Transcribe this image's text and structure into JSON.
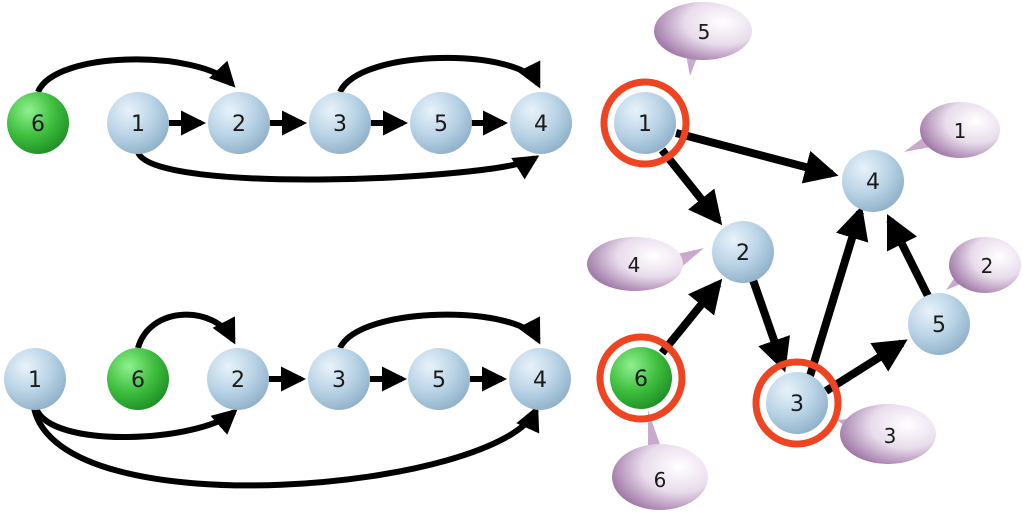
{
  "colors": {
    "node_blue": "#b9d3e6",
    "node_green": "#3fbf3f",
    "highlight_ring": "#ee4422",
    "bubble_purple": "#8a5a92",
    "edge": "#000000"
  },
  "top_row": {
    "nodes": [
      "6",
      "1",
      "2",
      "3",
      "5",
      "4"
    ]
  },
  "bottom_row": {
    "nodes": [
      "1",
      "6",
      "2",
      "3",
      "5",
      "4"
    ]
  },
  "graph": {
    "nodes": [
      "1",
      "2",
      "3",
      "4",
      "5",
      "6"
    ],
    "bubbles": [
      "5",
      "4",
      "1",
      "2",
      "3",
      "6"
    ]
  }
}
